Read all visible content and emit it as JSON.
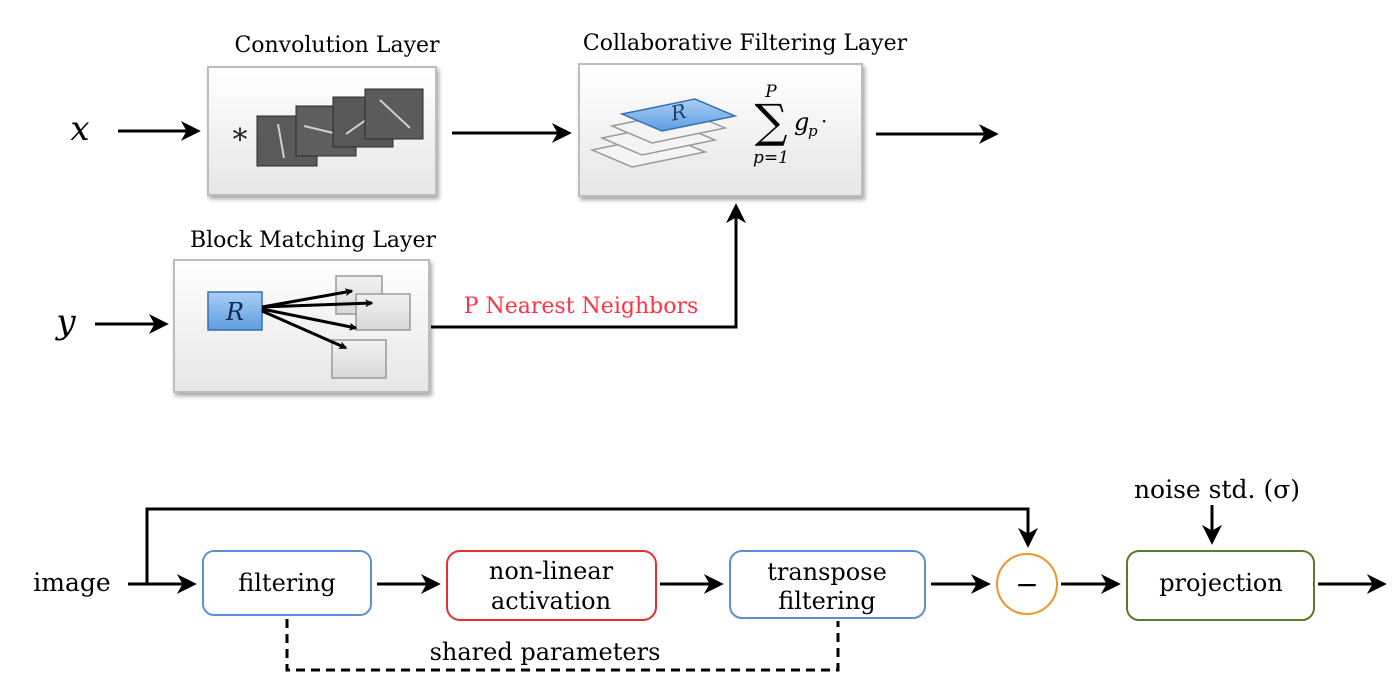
{
  "top": {
    "conv": {
      "title": "Convolution Layer",
      "symbol": "*"
    },
    "cf": {
      "title": "Collaborative Filtering Layer",
      "ref_label": "R",
      "sum_upper": "P",
      "sum_lower": "p=1",
      "sum_term": "g",
      "sum_sub": "p",
      "sum_dot": "·"
    },
    "bm": {
      "title": "Block Matching Layer",
      "ref_label": "R",
      "output_label": "P Nearest Neighbors"
    },
    "inputs": {
      "x": "x",
      "y": "y"
    }
  },
  "bottom": {
    "input_label": "image",
    "noise_label": "noise std. (σ)",
    "filtering": "filtering",
    "nonlinear_line1": "non-linear",
    "nonlinear_line2": "activation",
    "transpose_line1": "transpose",
    "transpose_line2": "filtering",
    "minus": "−",
    "projection": "projection",
    "shared": "shared parameters"
  },
  "colors": {
    "highlight_red": "#ff3344",
    "filter_blue": "#5b8fd6",
    "activation_red": "#e63030",
    "minus_orange": "#f0932b",
    "projection_green": "#5a7a2c",
    "patch_blue": "#6ea9e6"
  }
}
